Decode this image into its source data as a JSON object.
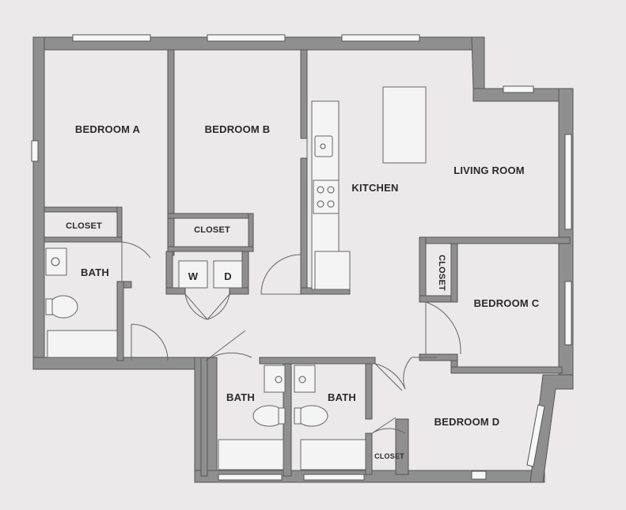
{
  "rooms": {
    "bedroom_a": "BEDROOM A",
    "bedroom_b": "BEDROOM B",
    "kitchen": "KITCHEN",
    "living_room": "LIVING ROOM",
    "closet_a": "CLOSET",
    "closet_b": "CLOSET",
    "closet_c": "CLOSET",
    "closet_d": "CLOSET",
    "bath_a": "BATH",
    "bath_left": "BATH",
    "bath_right": "BATH",
    "bedroom_c": "BEDROOM C",
    "bedroom_d": "BEDROOM D"
  },
  "laundry": {
    "washer": "W",
    "dryer": "D"
  },
  "colors": {
    "background": "#ebe9ea",
    "wall": "#8f8f8f",
    "line": "#555555"
  }
}
